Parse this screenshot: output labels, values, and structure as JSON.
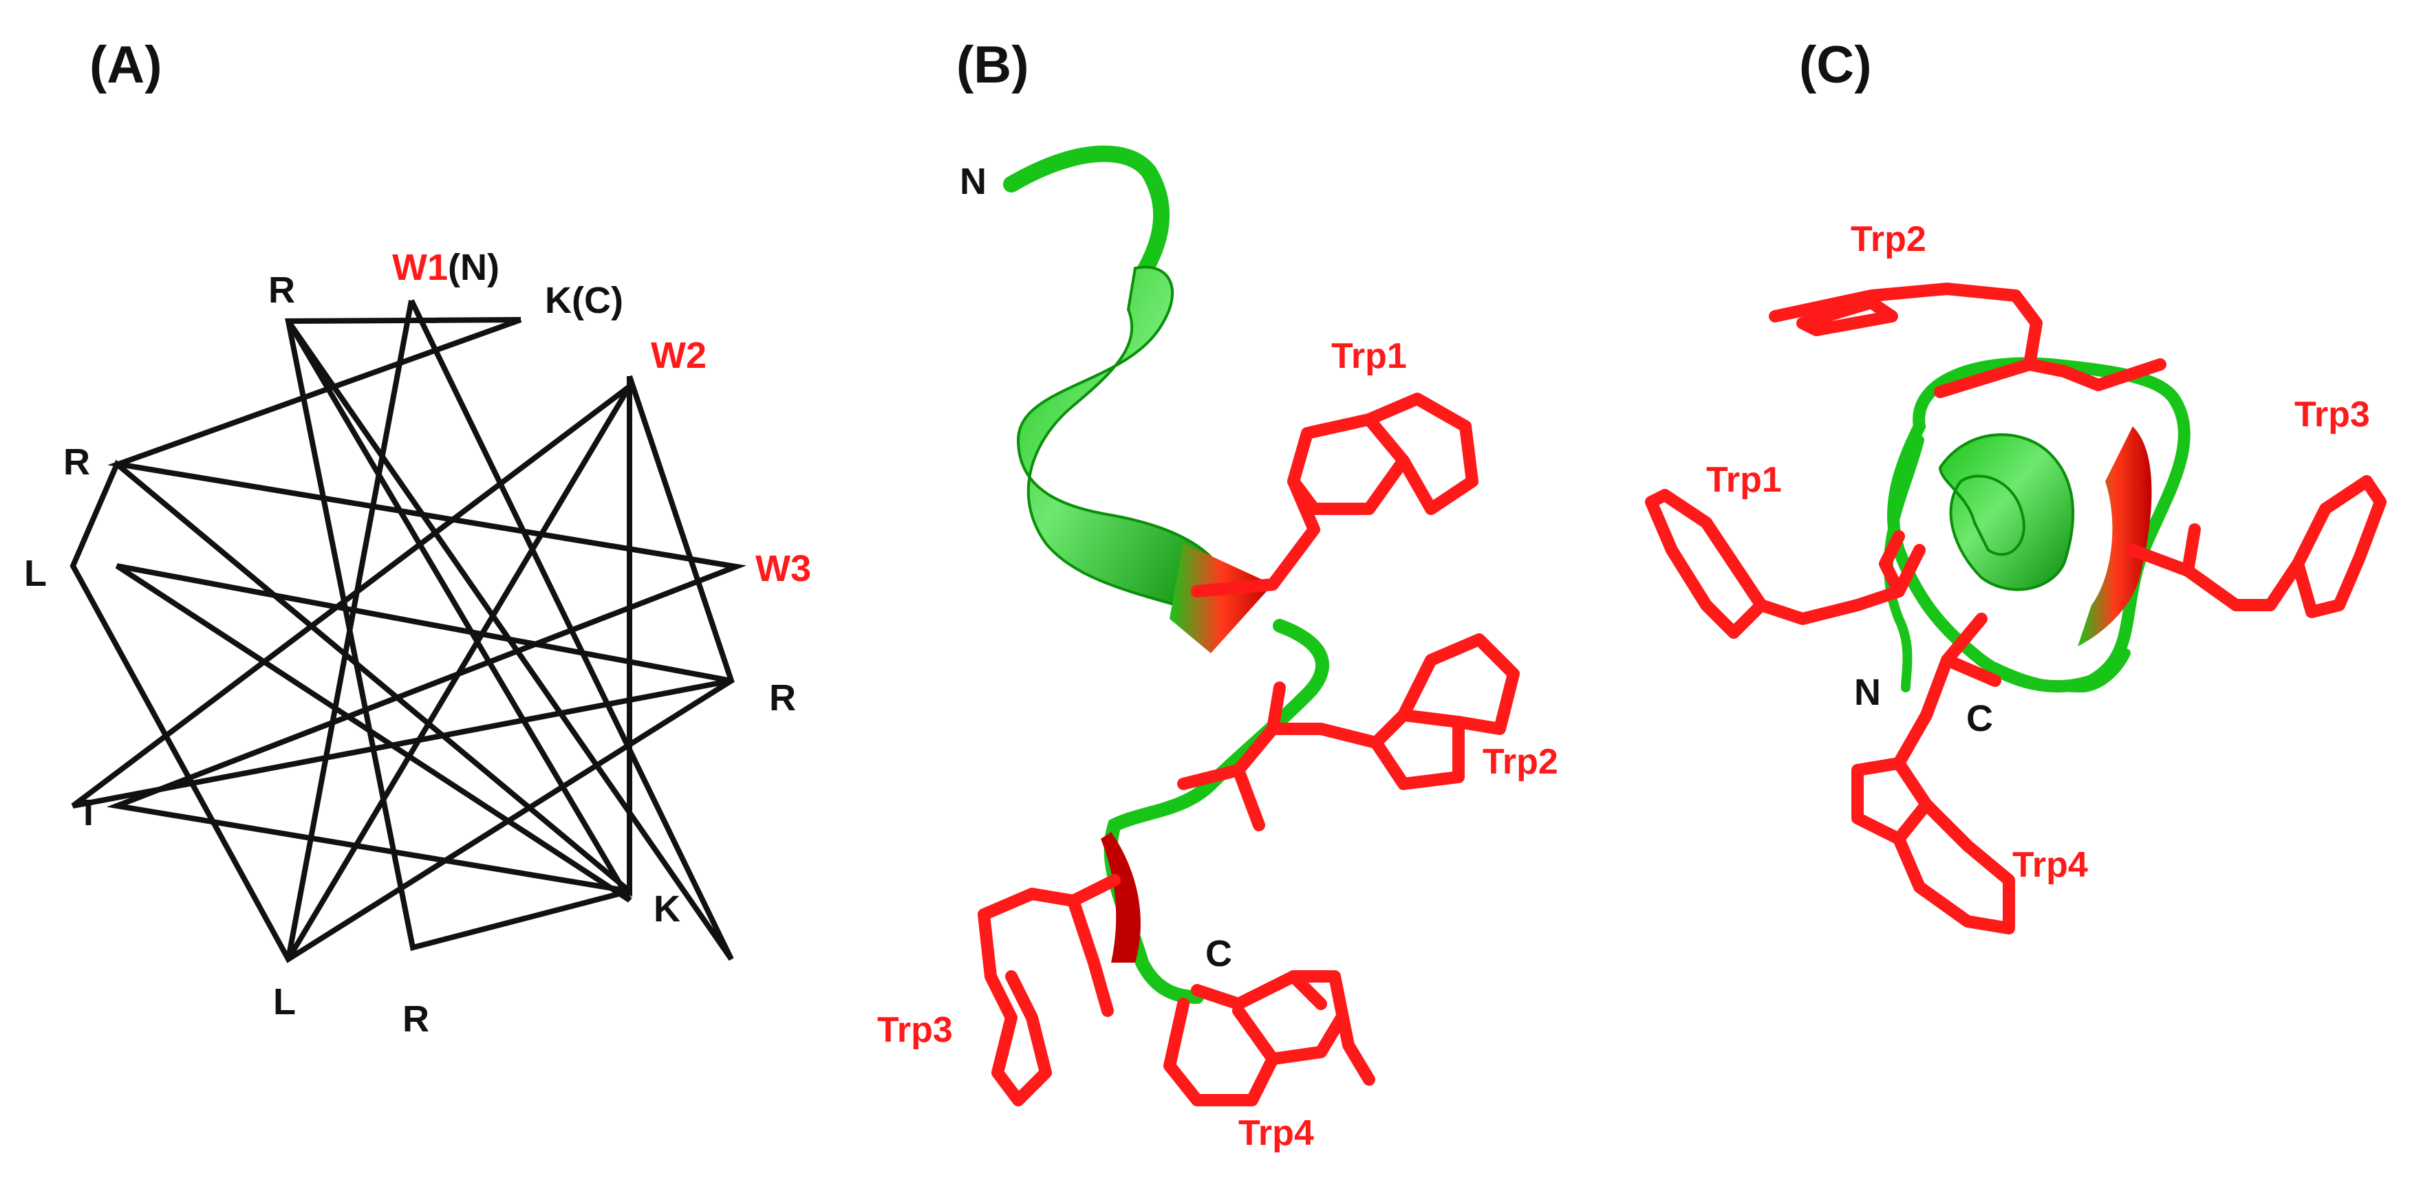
{
  "colors": {
    "wheel_line": "#111111",
    "highlight": "#ff1a1a",
    "sidechain_dark": "#c00000",
    "backbone_green": "#19c419",
    "backbone_dark_green": "#0a8f0a",
    "text": "#111111"
  },
  "panels": {
    "a": {
      "label": "(A)"
    },
    "b": {
      "label": "(B)"
    },
    "c": {
      "label": "(C)"
    }
  },
  "wheel": {
    "residues": [
      {
        "name": "W1",
        "suffix": "(N)",
        "highlight": true
      },
      {
        "name": "K(C)",
        "suffix": "",
        "highlight": false
      },
      {
        "name": "W2",
        "suffix": "",
        "highlight": true
      },
      {
        "name": "W3",
        "suffix": "",
        "highlight": true
      },
      {
        "name": "R",
        "suffix": "",
        "highlight": false
      },
      {
        "name": "K",
        "suffix": "",
        "highlight": false
      },
      {
        "name": "R",
        "suffix": "",
        "highlight": false
      },
      {
        "name": "L",
        "suffix": "",
        "highlight": false
      },
      {
        "name": "T",
        "suffix": "",
        "highlight": false
      },
      {
        "name": "L",
        "suffix": "",
        "highlight": false
      },
      {
        "name": "R",
        "suffix": "",
        "highlight": false
      },
      {
        "name": "R",
        "suffix": "",
        "highlight": false
      }
    ]
  },
  "structure_b": {
    "n_label": "N",
    "c_label": "C",
    "trp_labels": [
      "Trp1",
      "Trp2",
      "Trp3",
      "Trp4"
    ]
  },
  "structure_c": {
    "n_label": "N",
    "c_label": "C",
    "trp_labels": [
      "Trp1",
      "Trp2",
      "Trp3",
      "Trp4"
    ]
  }
}
